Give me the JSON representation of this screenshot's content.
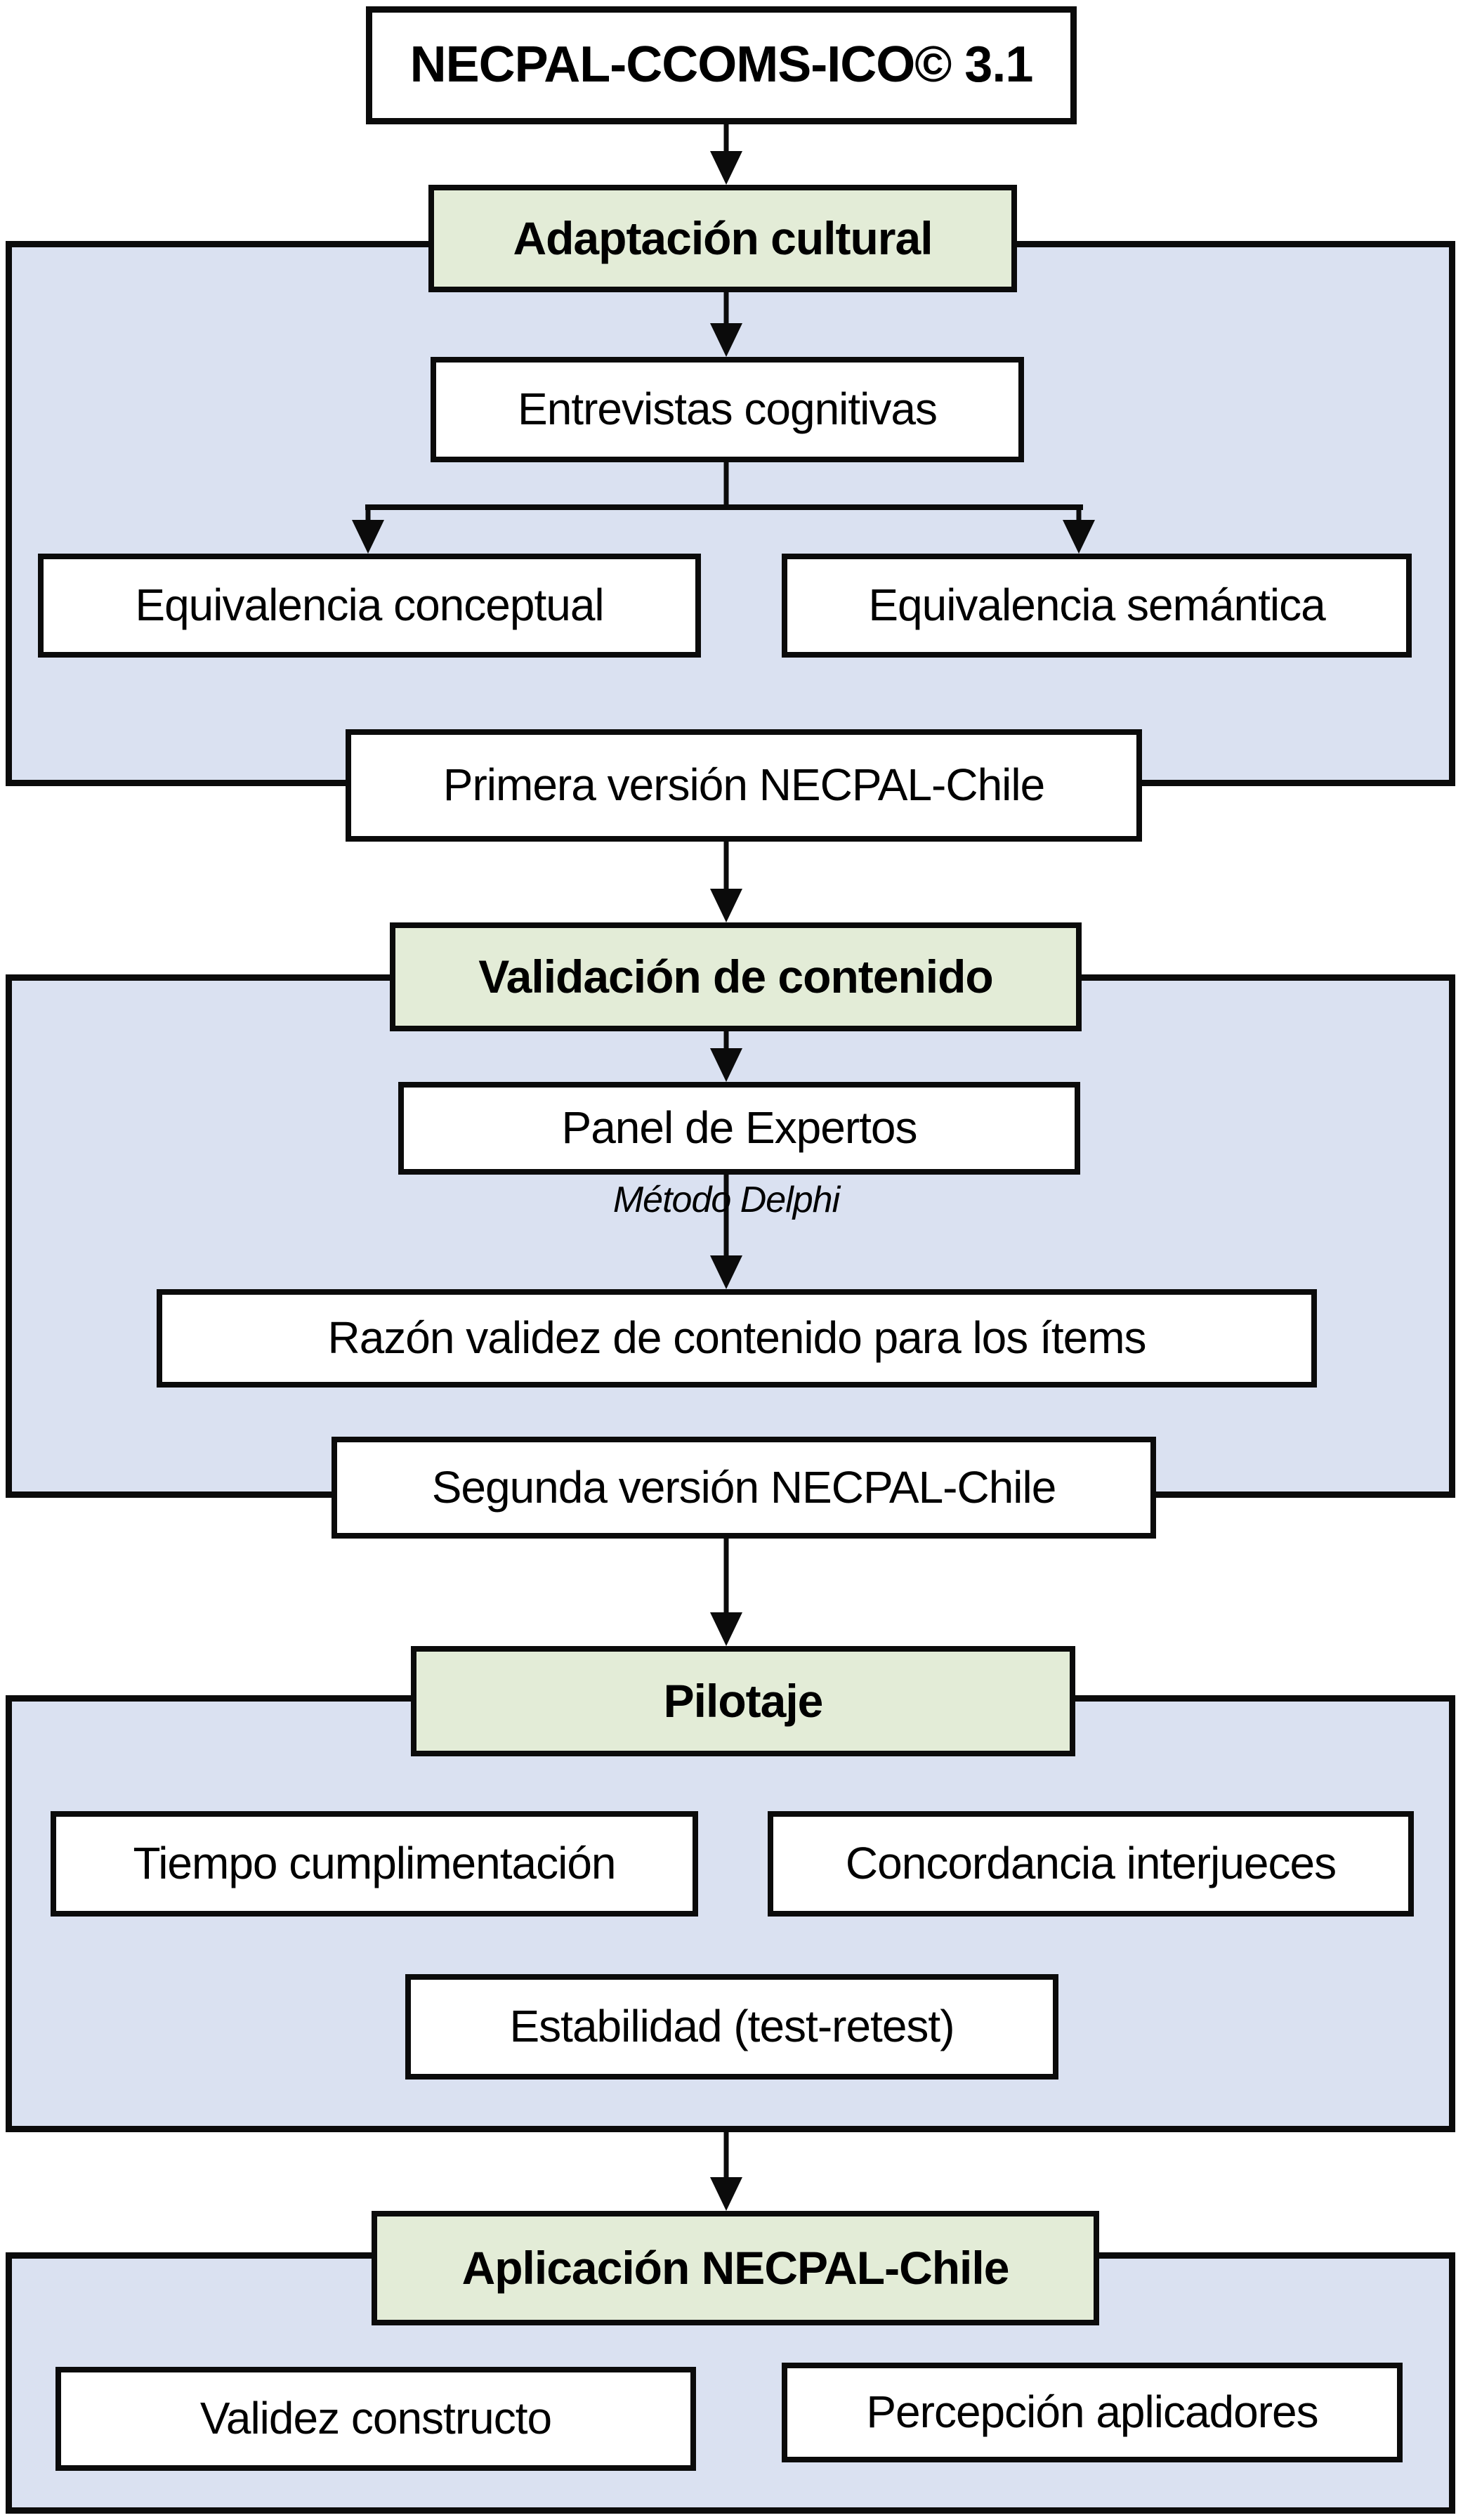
{
  "diagram": {
    "source_instrument": "NECPAL-CCOMS-ICO© 3.1",
    "stage1": {
      "header": "Adaptación cultural",
      "step": "Entrevistas cognitivas",
      "branch_left": "Equivalencia conceptual",
      "branch_right": "Equivalencia semántica",
      "result": "Primera versión NECPAL-Chile"
    },
    "stage2": {
      "header": "Validación de contenido",
      "step": "Panel de Expertos",
      "method_note": "Método Delphi",
      "measure": "Razón validez de contenido para los ítems",
      "result": "Segunda versión NECPAL-Chile"
    },
    "stage3": {
      "header": "Pilotaje",
      "measure_left": "Tiempo cumplimentación",
      "measure_right": "Concordancia interjueces",
      "measure_bottom": "Estabilidad (test-retest)"
    },
    "stage4": {
      "header": "Aplicación NECPAL-Chile",
      "measure_left": "Validez constructo",
      "measure_right": "Percepción aplicadores"
    },
    "colors": {
      "panel_background": "#dae1f1",
      "stage_header_background": "#e3ecd7",
      "box_background": "#ffffff",
      "border": "#0b0b0b"
    }
  }
}
